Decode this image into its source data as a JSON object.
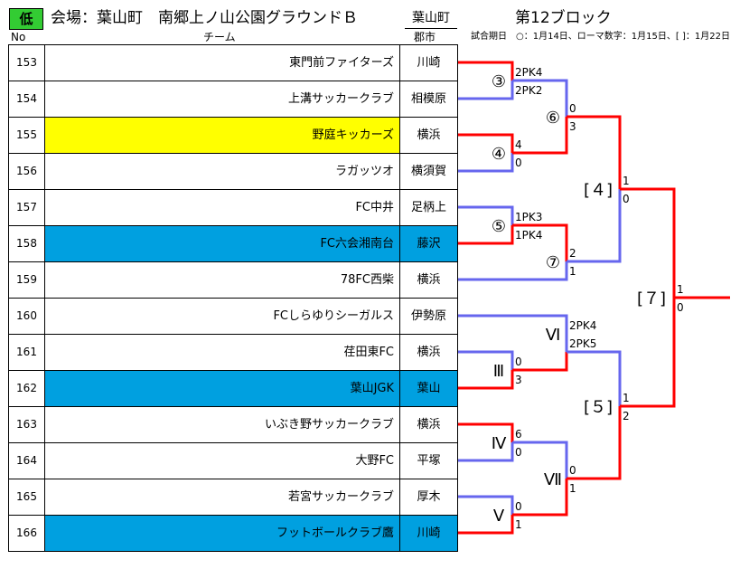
{
  "header": {
    "badge": "低",
    "venue": "会場：葉山町　南郷上ノ山公園グラウンドＢ",
    "town": "葉山町",
    "block": "第12ブロック",
    "col_no": "No",
    "col_team": "チーム",
    "col_city": "郡市",
    "note": "試合期日　○：1月14日、ローマ数字：1月15日、[ ]：1月22日"
  },
  "colors": {
    "win": "#ff0000",
    "lose": "#6666ee",
    "yellow": "#ffff00",
    "blue": "#00a0e0",
    "badge": "#33cc33"
  },
  "teams": [
    {
      "no": "153",
      "name": "東門前ファイターズ",
      "city": "川崎",
      "hl": ""
    },
    {
      "no": "154",
      "name": "上溝サッカークラブ",
      "city": "相模原",
      "hl": ""
    },
    {
      "no": "155",
      "name": "野庭キッカーズ",
      "city": "横浜",
      "hl": "yellow"
    },
    {
      "no": "156",
      "name": "ラガッツオ",
      "city": "横須賀",
      "hl": ""
    },
    {
      "no": "157",
      "name": "FC中井",
      "city": "足柄上",
      "hl": ""
    },
    {
      "no": "158",
      "name": "FC六会湘南台",
      "city": "藤沢",
      "hl": "blue"
    },
    {
      "no": "159",
      "name": "78FC西柴",
      "city": "横浜",
      "hl": ""
    },
    {
      "no": "160",
      "name": "FCしらゆりシーガルス",
      "city": "伊勢原",
      "hl": ""
    },
    {
      "no": "161",
      "name": "荏田東FC",
      "city": "横浜",
      "hl": ""
    },
    {
      "no": "162",
      "name": "葉山JGK",
      "city": "葉山",
      "hl": "blue"
    },
    {
      "no": "163",
      "name": "いぶき野サッカークラブ",
      "city": "横浜",
      "hl": ""
    },
    {
      "no": "164",
      "name": "大野FC",
      "city": "平塚",
      "hl": ""
    },
    {
      "no": "165",
      "name": "若宮サッカークラブ",
      "city": "厚木",
      "hl": ""
    },
    {
      "no": "166",
      "name": "フットボールクラブ鷹",
      "city": "川崎",
      "hl": "blue"
    }
  ],
  "matches": {
    "m3": {
      "label": "③",
      "top": "2PK4",
      "bottom": "2PK2"
    },
    "m4": {
      "label": "④",
      "top": "4",
      "bottom": "0"
    },
    "m5": {
      "label": "⑤",
      "top": "1PK3",
      "bottom": "1PK4"
    },
    "m6": {
      "label": "⑥",
      "top": "0",
      "bottom": "3"
    },
    "m7": {
      "label": "⑦",
      "top": "2",
      "bottom": "1"
    },
    "mIII": {
      "label": "Ⅲ",
      "top": "0",
      "bottom": "3"
    },
    "mIV": {
      "label": "Ⅳ",
      "top": "6",
      "bottom": "0"
    },
    "mV": {
      "label": "Ⅴ",
      "top": "0",
      "bottom": "1"
    },
    "mVI": {
      "label": "Ⅵ",
      "top": "2PK4",
      "bottom": "2PK5"
    },
    "mVII": {
      "label": "Ⅶ",
      "top": "0",
      "bottom": "1"
    },
    "m4b": {
      "label": "[４]",
      "top": "1",
      "bottom": "0"
    },
    "m5b": {
      "label": "[５]",
      "top": "1",
      "bottom": "2"
    },
    "m7b": {
      "label": "[７]",
      "top": "1",
      "bottom": "0"
    }
  }
}
